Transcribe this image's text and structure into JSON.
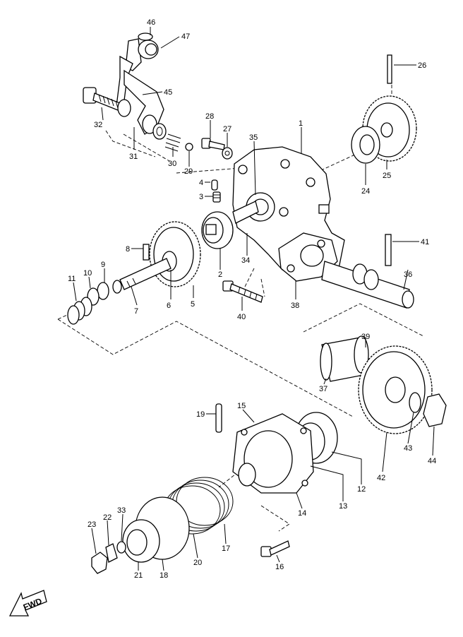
{
  "diagram": {
    "fwd_label": "FWD",
    "callouts": [
      "1",
      "2",
      "3",
      "4",
      "5",
      "6",
      "7",
      "8",
      "9",
      "10",
      "11",
      "12",
      "13",
      "14",
      "15",
      "16",
      "17",
      "18",
      "19",
      "20",
      "21",
      "22",
      "23",
      "24",
      "25",
      "26",
      "27",
      "28",
      "29",
      "30",
      "31",
      "32",
      "33",
      "34",
      "35",
      "36",
      "37",
      "38",
      "39",
      "40",
      "41",
      "42",
      "43",
      "44",
      "45",
      "46",
      "47"
    ]
  }
}
